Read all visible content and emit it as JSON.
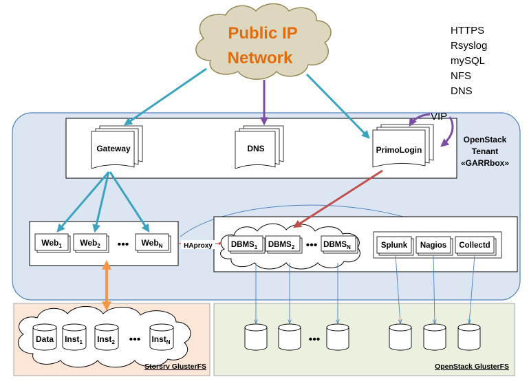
{
  "cloud_title": [
    "Public IP",
    "Network"
  ],
  "protocols": [
    "HTTPS",
    "Rsyslog",
    "mySQL",
    "NFS",
    "DNS"
  ],
  "vip": "VIP",
  "tenant_label": [
    "OpenStack",
    "Tenant",
    "«GARRbox»"
  ],
  "front": {
    "gateway": "Gateway",
    "dns": "DNS",
    "primologin": "PrimoLogin"
  },
  "web": {
    "w1": "Web",
    "w1_sub": "1",
    "w2": "Web",
    "w2_sub": "2",
    "wn": "Web",
    "wn_sub": "N",
    "dots": "•••"
  },
  "haproxy": "HAproxy",
  "dbms": {
    "d1": "DBMS",
    "d1_sub": "1",
    "d2": "DBMS",
    "d2_sub": "2",
    "dn": "DBMS",
    "dn_sub": "N",
    "dots": "•••"
  },
  "monitoring": {
    "splunk": "Splunk",
    "nagios": "Nagios",
    "collectd": "Collectd"
  },
  "storsrv": {
    "data": "Data",
    "i1": "Inst",
    "i1_sub": "1",
    "i2": "Inst",
    "i2_sub": "2",
    "in": "Inst",
    "in_sub": "N",
    "dots": "•••",
    "label": "Storsrv GlusterFS"
  },
  "openstack_fs": {
    "dots": "•••",
    "label": "OpenStack GlusterFS"
  },
  "colors": {
    "teal": "#3BA3C0",
    "purple": "#7B4FA3",
    "red": "#C0504D",
    "orange": "#F79646",
    "cloud_fill": "#DDD7C0",
    "tenant_fill": "#DCE6F2",
    "storsrv_fill": "#FBE6D8",
    "osfs_fill": "#EBF1DE",
    "title_orange": "#E36C0A"
  }
}
